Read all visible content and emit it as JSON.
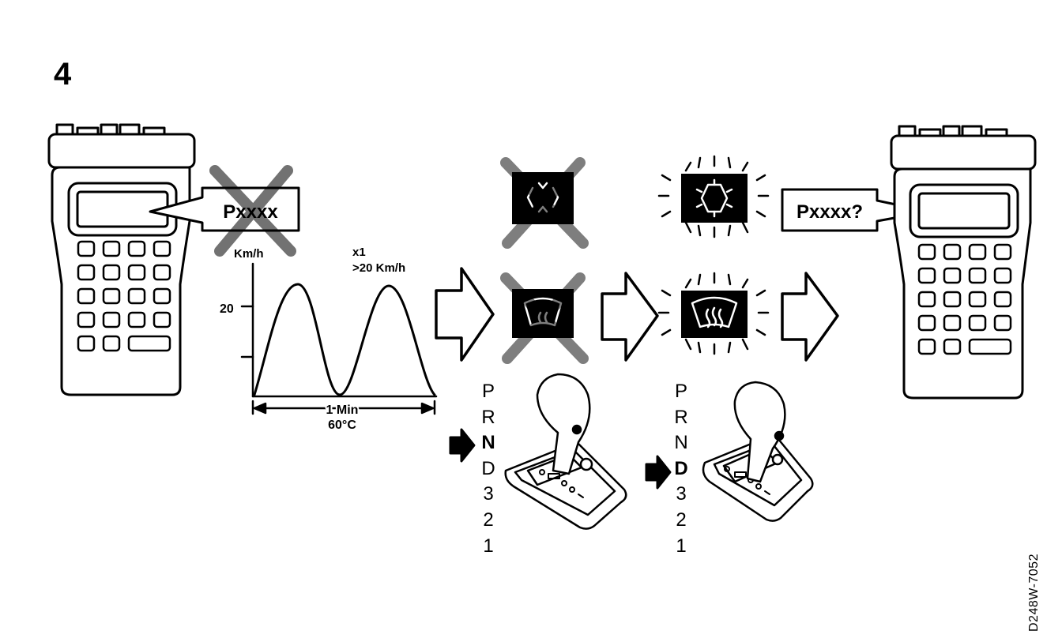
{
  "figure": {
    "step_number": "4",
    "reference_code": "D248W-7052"
  },
  "scanner_left": {
    "message": "Pxxxx",
    "status": "crossed-out"
  },
  "scanner_right": {
    "message": "Pxxxx?"
  },
  "speed_graph": {
    "y_axis_label": "Km/h",
    "y_tick": "20",
    "repeat_label": "x1",
    "speed_condition": ">20 Km/h",
    "duration_label": "1 Min",
    "temperature_label": "60°C"
  },
  "indicator_lamps": {
    "off_stage": [
      "crossed-snowflake-icon",
      "crossed-rear-defrost-icon"
    ],
    "on_stage": [
      "snowflake-lit-icon",
      "rear-defrost-lit-icon"
    ]
  },
  "gear_selector_1": {
    "positions": [
      "P",
      "R",
      "N",
      "D",
      "3",
      "2",
      "1"
    ],
    "selected": "N"
  },
  "gear_selector_2": {
    "positions": [
      "P",
      "R",
      "N",
      "D",
      "3",
      "2",
      "1"
    ],
    "selected": "D"
  }
}
